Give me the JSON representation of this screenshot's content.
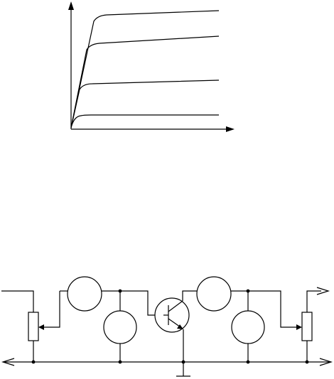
{
  "figure": {
    "characteristic": {
      "curve_count": 4
    },
    "circuit": {
      "meters": [
        "ammeter-base",
        "voltmeter-base",
        "ammeter-collector",
        "voltmeter-collector"
      ],
      "potentiometers": [
        "base-potentiometer",
        "collector-potentiometer"
      ],
      "transistor": "npn-transistor"
    }
  }
}
